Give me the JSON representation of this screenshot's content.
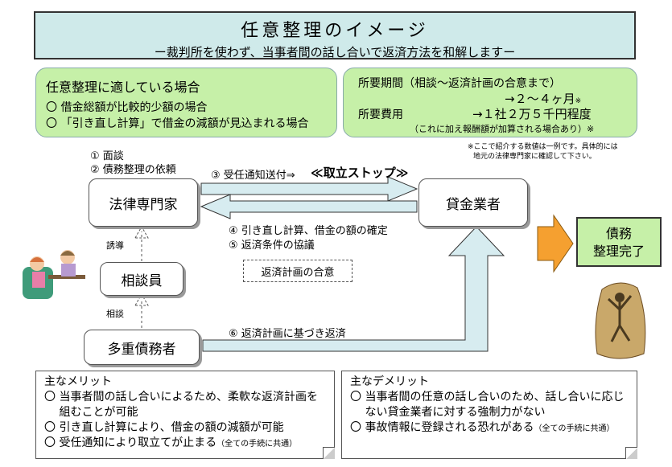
{
  "title": {
    "main": "任意整理のイメージ",
    "sub": "ー裁判所を使わず、当事者間の話し合いで返済方法を和解しますー"
  },
  "suitable": {
    "heading": "任意整理に適している場合",
    "items": [
      "〇 借金総額が比較的少額の場合",
      "〇 「引き直し計算」で借金の減額が見込まれる場合"
    ]
  },
  "period_cost": {
    "period_label": "所要期間（相談～返済計画の合意まで）",
    "period_value": "→２～４ヶ月",
    "period_mark": "※",
    "cost_label": "所要費用",
    "cost_value": "→１社２万５千円程度",
    "cost_note": "（これに加え報酬額が加算される場合あり）※",
    "disclaimer_1": "※ここで紹介する数値は一例です。具体的には",
    "disclaimer_2": "地元の法律専門家に確認して下さい。"
  },
  "flow": {
    "step1": "① 面談",
    "step2": "② 債務整理の依頼",
    "step3": "③ 受任通知送付⇒",
    "stop_label": "≪取立ストップ≫",
    "step4": "④ 引き直し計算、借金の額の確定",
    "step5": "⑤ 返済条件の協議",
    "step6": "⑥ 返済計画に基づき返済",
    "plan_agreement": "返済計画の合意",
    "induce": "誘導",
    "consult": "相談"
  },
  "nodes": {
    "lawyer": "法律専門家",
    "lender": "貸金業者",
    "counselor": "相談員",
    "debtor": "多重債務者",
    "completion_line1": "債務",
    "completion_line2": "整理完了"
  },
  "merits": {
    "heading": "主なメリット",
    "items": [
      "〇 当事者間の話し合いによるため、柔軟な返済計画を",
      "　 組むことが可能",
      "〇 引き直し計算により、借金の額の減額が可能",
      "〇 受任通知により取立てが止まる"
    ],
    "common_note": "（全ての手続に共通）"
  },
  "demerits": {
    "heading": "主なデメリット",
    "items": [
      "〇 当事者間の任意の話し合いのため、話し合いに応じ",
      "　 ない貸金業者に対する強制力がない",
      "〇 事故情報に登録される恐れがある"
    ],
    "common_note": "（全ての手続に共通）"
  },
  "colors": {
    "title_bg": "#cfeaea",
    "green_box": "#c6f0a8",
    "arrow_fill": "#d7ecf0",
    "orange_arrow": "#f5a030",
    "completion_bg": "#c6f0a8"
  }
}
